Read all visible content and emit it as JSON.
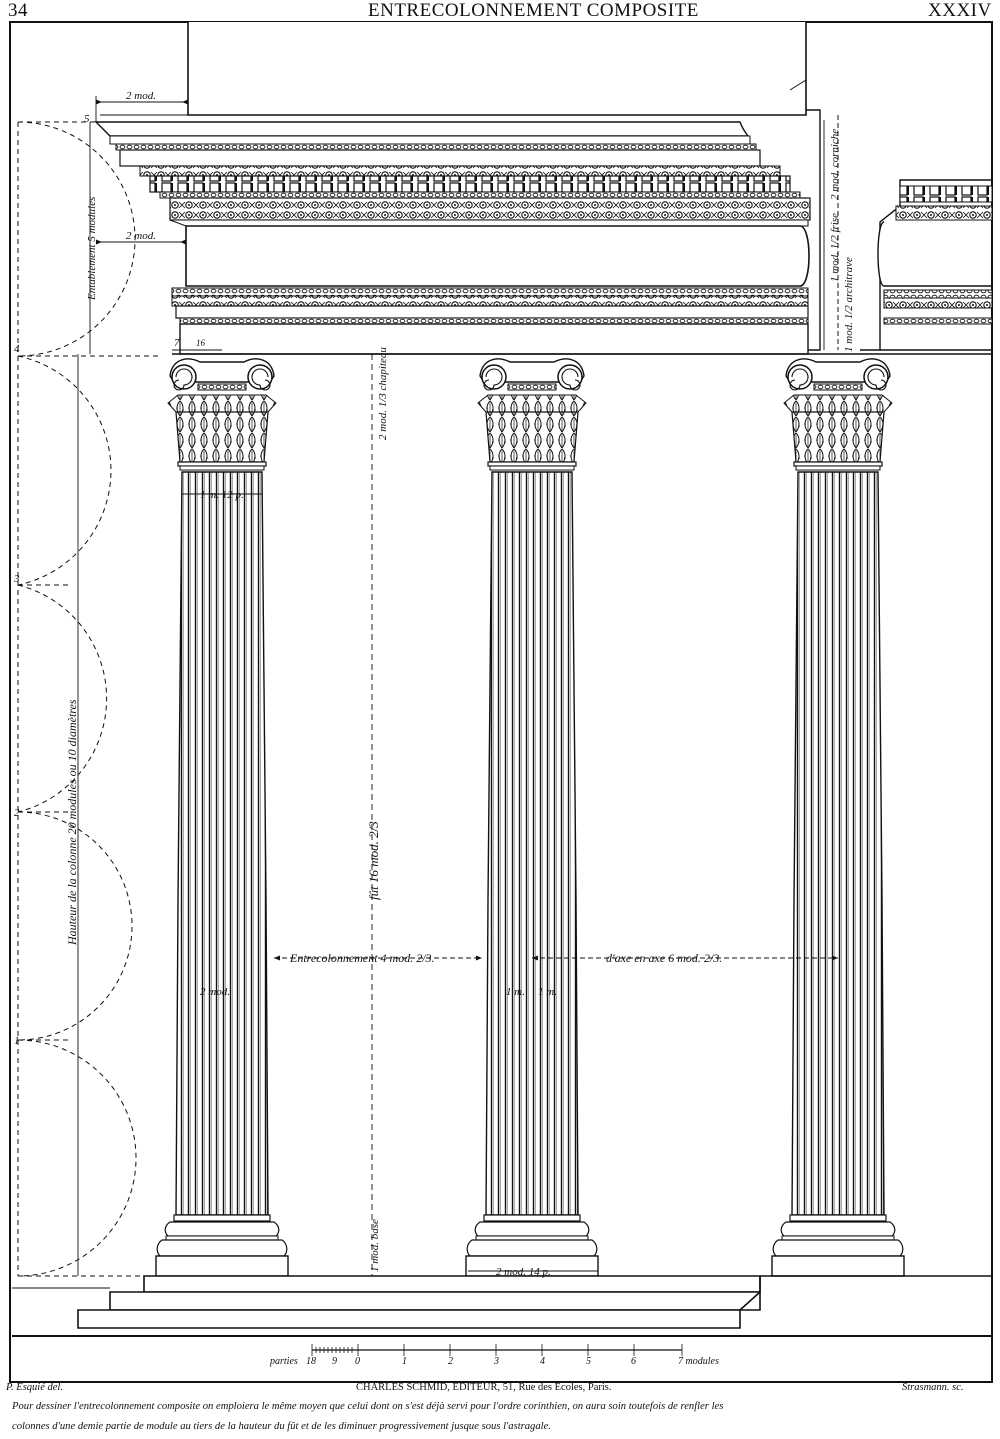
{
  "header": {
    "page_number": "34",
    "title": "ENTRECOLONNEMENT COMPOSITE",
    "plate_number": "XXXIV"
  },
  "dimensions": {
    "cornice_projection": "2 mod.",
    "frieze_projection": "2 mod.",
    "entablement": "Entablement 5 modules",
    "column_height": "Hauteur de la colonne 20 modules ou 10 diamètres",
    "capital": "2 mod. 1/3 chapiteau",
    "shaft": "fût 16 mod. 2/3",
    "base": "1 mod. base",
    "top_diameter": "1 m. 12 p.",
    "intercolumniation": "Entrecolonnement 4 mod. 2/3.",
    "axis_to_axis": "d'axe en axe 6 mod. 2/3.",
    "bottom_diameter": "2 mod.",
    "radius_left": "1 m.",
    "radius_right": "1 m.",
    "plinth_width": "2 mod. 14 p.",
    "abacus_small": "7",
    "abacus_parts": "16",
    "cornice_right": "2 mod. corniche",
    "frieze_right": "1 mod. 1/2 frise",
    "architrave_right": "1 mod. 1/2 architrave"
  },
  "module_marks": [
    "5",
    "4",
    "3",
    "2",
    "1"
  ],
  "scale": {
    "prefix": "parties",
    "parts_labels": [
      "18",
      "9",
      "0"
    ],
    "module_labels": [
      "1",
      "2",
      "3",
      "4",
      "5",
      "6",
      "7 modules"
    ]
  },
  "footer": {
    "delineator": "P. Esquié del.",
    "publisher": "CHARLES SCHMID, EDITEUR, 51, Rue des Ecoles, Paris.",
    "engraver": "Strasmann. sc.",
    "caption_line1": "Pour dessiner l'entrecolonnement composite on emploiera le même moyen que celui dont on s'est déjà servi pour l'ordre corinthien, on aura soin toutefois de renfler les",
    "caption_line2": "colonnes d'une demie partie de module au tiers de la hauteur du fût et de les diminuer progressivement jusque sous l'astragale."
  }
}
